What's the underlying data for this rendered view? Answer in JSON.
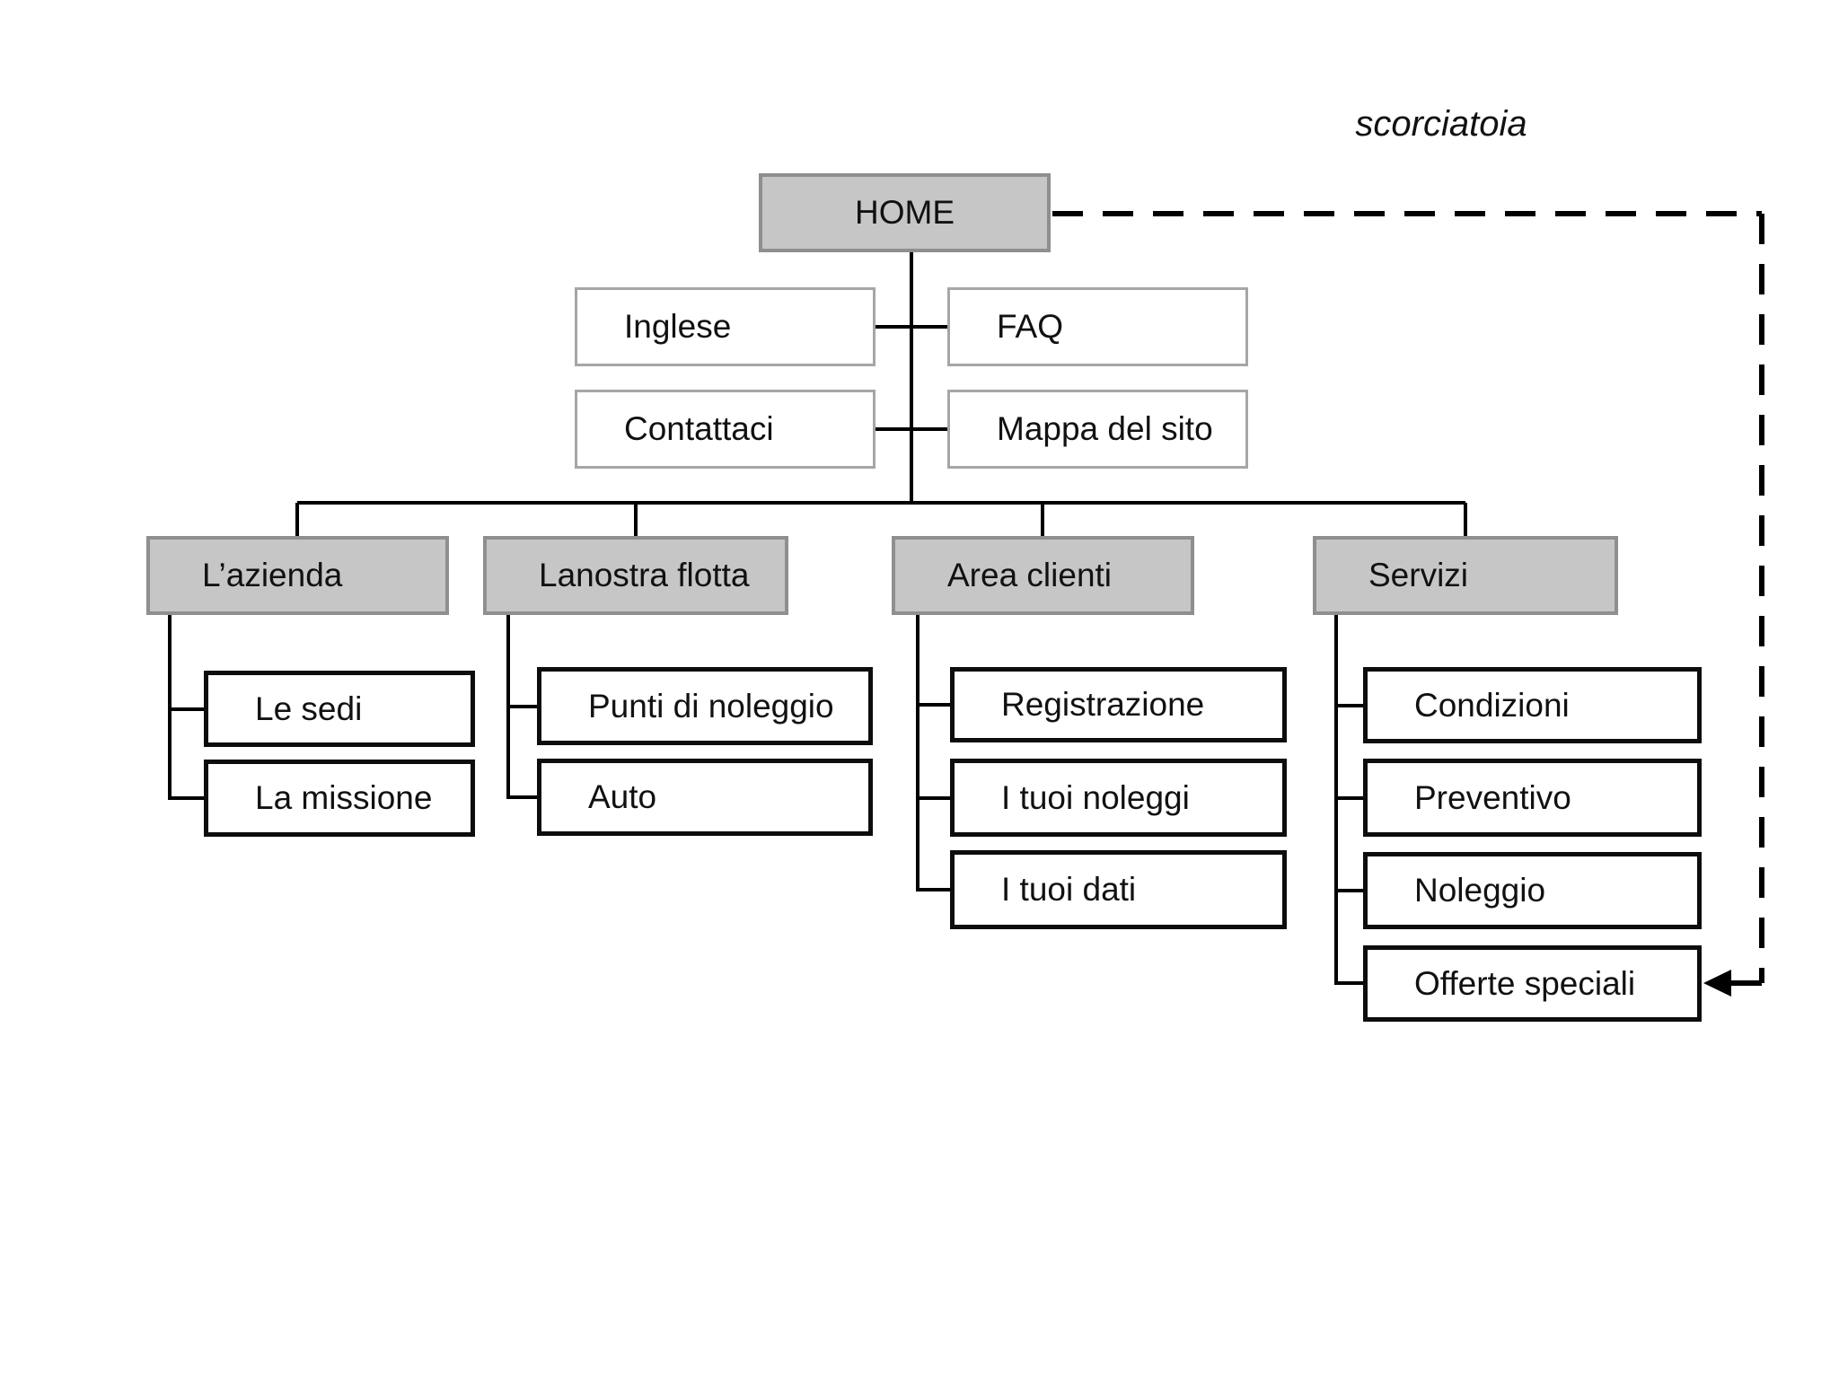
{
  "diagram": {
    "shortcut_label": "scorciatoia",
    "home": {
      "label": "HOME"
    },
    "utilities": [
      {
        "label": "Inglese"
      },
      {
        "label": "FAQ"
      },
      {
        "label": "Contattaci"
      },
      {
        "label": "Mappa del sito"
      }
    ],
    "sections": [
      {
        "label": "L’azienda",
        "children": [
          {
            "label": "Le sedi"
          },
          {
            "label": "La missione"
          }
        ]
      },
      {
        "label": "Lanostra flotta",
        "children": [
          {
            "label": "Punti di noleggio"
          },
          {
            "label": "Auto"
          }
        ]
      },
      {
        "label": "Area clienti",
        "children": [
          {
            "label": "Registrazione"
          },
          {
            "label": "I tuoi noleggi"
          },
          {
            "label": "I tuoi dati"
          }
        ]
      },
      {
        "label": "Servizi",
        "children": [
          {
            "label": "Condizioni"
          },
          {
            "label": "Preventivo"
          },
          {
            "label": "Noleggio"
          },
          {
            "label": "Offerte speciali"
          }
        ]
      }
    ],
    "colors": {
      "section_fill": "#c6c6c6",
      "section_border": "#8f8f8f",
      "utility_border": "#a6a6a6",
      "child_border": "#0d0d0d",
      "line": "#000000",
      "background": "#ffffff"
    }
  }
}
